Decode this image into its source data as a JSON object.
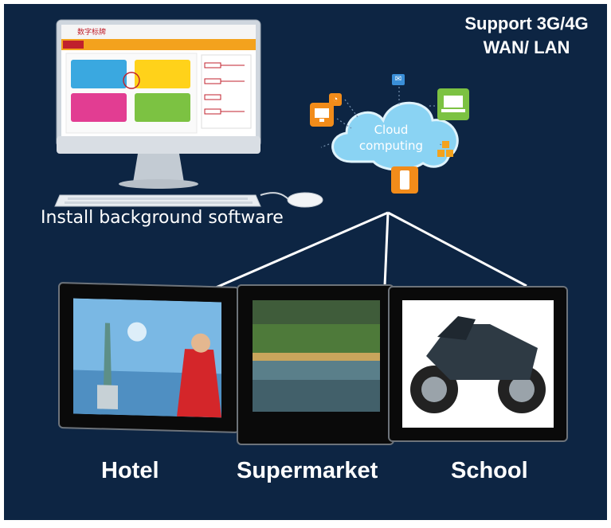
{
  "header": {
    "support_line1": "Support 3G/4G",
    "support_line2": "WAN/ LAN"
  },
  "computer": {
    "caption": "Install background software",
    "screen_title": "数字标牌"
  },
  "cloud": {
    "line1": "Cloud",
    "line2": "computing"
  },
  "displays": [
    {
      "label": "Hotel"
    },
    {
      "label": "Supermarket"
    },
    {
      "label": "School"
    }
  ],
  "icons": [
    "monitor-icon",
    "rss-icon",
    "mail-icon",
    "laptop-icon",
    "phone-icon",
    "blocks-icon"
  ],
  "colors": {
    "background": "#0d2543",
    "accent_orange": "#f28c1a",
    "accent_green": "#7cc242"
  }
}
